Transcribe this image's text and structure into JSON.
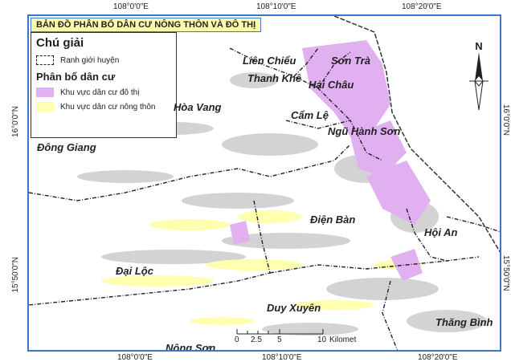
{
  "map": {
    "title": "BẢN ĐỒ PHÂN BỐ DÂN CƯ NÔNG THÔN VÀ ĐÔ THỊ",
    "coords_top": [
      "108°0'0\"E",
      "108°10'0\"E",
      "108°20'0\"E"
    ],
    "coords_bottom": [
      "108°0'0\"E",
      "108°10'0\"E",
      "108°20'0\"E"
    ],
    "coords_left": [
      "16°0'0\"N",
      "15°50'0\"N"
    ],
    "coords_right": [
      "16°0'0\"N",
      "15°50'0\"N"
    ],
    "north_label": "N"
  },
  "legend": {
    "title": "Chú giải",
    "boundary_label": "Ranh giới huyện",
    "section_title": "Phân bố dân cư",
    "urban_label": "Khu vực dân cư đô thị",
    "rural_label": "Khu vực dân cư nông thôn",
    "urban_color": "#e0b0f0",
    "rural_color": "#ffffb0"
  },
  "places": {
    "lien_chieu": "Liên Chiểu",
    "son_tra": "Sơn Trà",
    "thanh_khe": "Thanh Khê",
    "hai_chau": "Hải Châu",
    "hoa_vang": "Hòa Vang",
    "cam_le": "Cẩm Lệ",
    "ngu_hanh_son": "Ngũ Hành Sơn",
    "dong_giang": "Đông Giang",
    "dien_ban": "Điện Bàn",
    "hoi_an": "Hội An",
    "dai_loc": "Đại Lộc",
    "duy_xuyen": "Duy Xuyên",
    "thang_binh": "Thăng Bình",
    "nong_son": "Nông Sơn"
  },
  "scale": {
    "ticks": [
      "0",
      "2.5",
      "5",
      "10"
    ],
    "unit": "Kilomet"
  }
}
